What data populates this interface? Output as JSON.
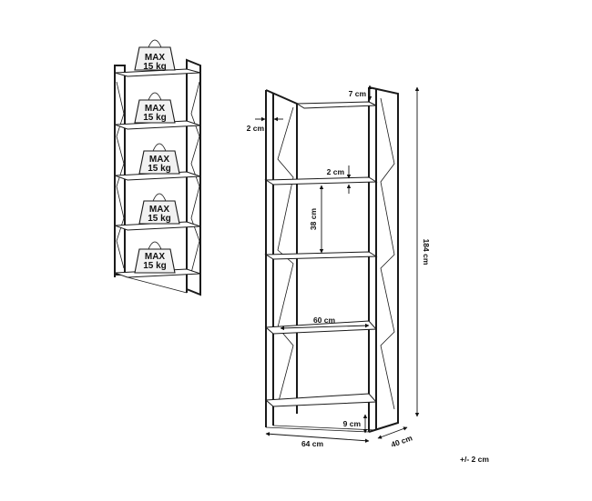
{
  "weights": [
    {
      "max": "MAX",
      "load": "15 kg"
    },
    {
      "max": "MAX",
      "load": "15 kg"
    },
    {
      "max": "MAX",
      "load": "15 kg"
    },
    {
      "max": "MAX",
      "load": "15 kg"
    },
    {
      "max": "MAX",
      "load": "15 kg"
    }
  ],
  "dimensions": {
    "top_gap": "7 cm",
    "side_offset": "2 cm",
    "shelf_thickness": "2 cm",
    "shelf_spacing": "38 cm",
    "height": "184 cm",
    "shelf_width": "60 cm",
    "bottom_gap": "9 cm",
    "width": "64 cm",
    "depth": "40 cm",
    "tolerance": "+/- 2 cm"
  }
}
